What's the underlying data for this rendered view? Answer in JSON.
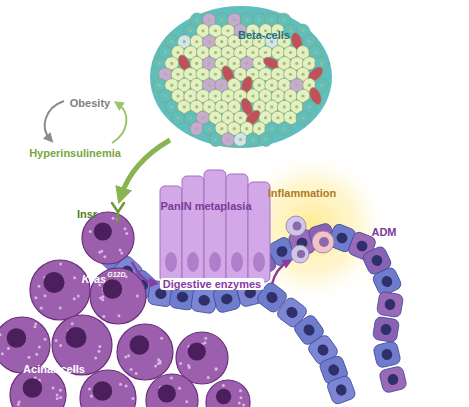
{
  "diagram": {
    "nodes": [
      {
        "text": [
          "Beta-cells"
        ]
      }
    ],
    "labels": [
      "Obesity",
      "Hyperinsulinemia",
      "Insr",
      "PanIN metaplasia",
      "Inflammation",
      "ADM",
      "Kras",
      "G12D",
      "Digestive enzymes",
      "Acinar cells"
    ]
  }
}
